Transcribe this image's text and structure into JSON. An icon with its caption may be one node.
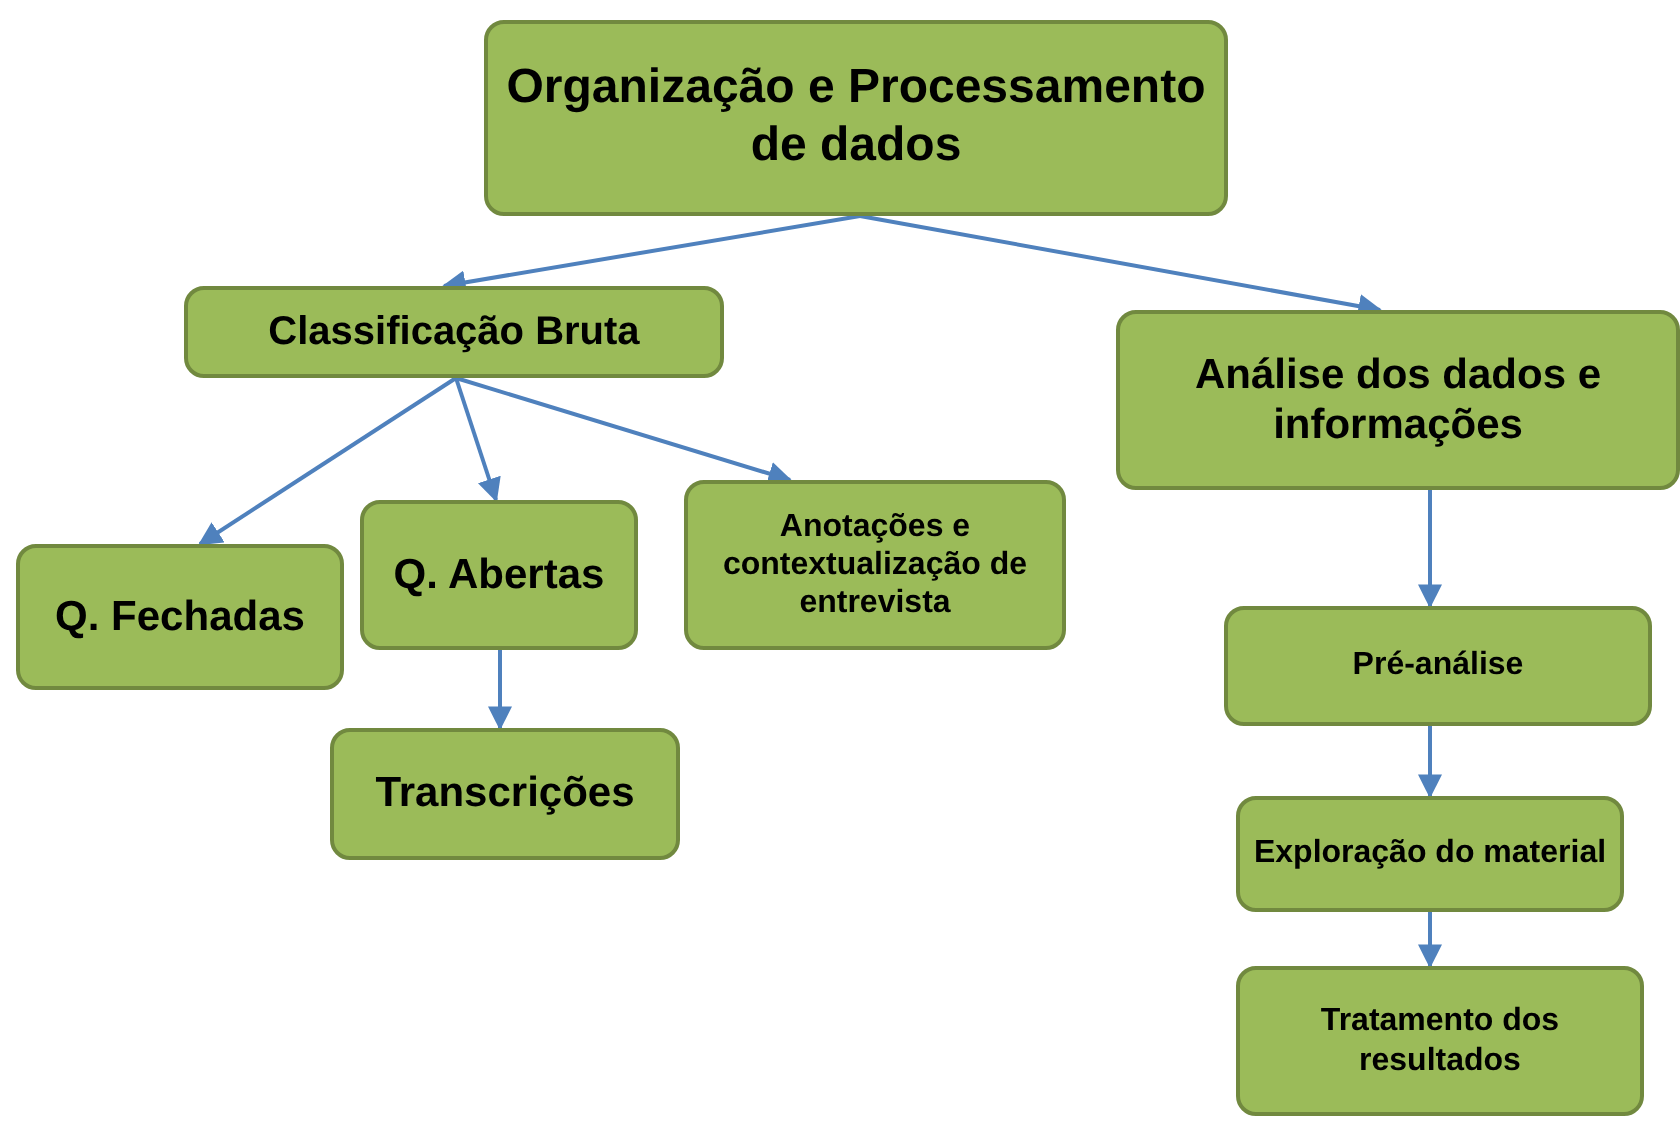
{
  "diagram": {
    "nodes": [
      {
        "text": [
          "Organização e Processamento de dados"
        ]
      },
      {
        "text": [
          "Classificação Bruta"
        ]
      },
      {
        "text": [
          "Análise dos dados e informações"
        ]
      },
      {
        "text": [
          "Q. Fechadas"
        ]
      },
      {
        "text": [
          "Q. Abertas"
        ]
      },
      {
        "text": [
          "Anotações e contextualização de entrevista"
        ]
      },
      {
        "text": [
          "Transcrições"
        ]
      },
      {
        "text": [
          "Pré-análise"
        ]
      },
      {
        "text": [
          "Exploração do material"
        ]
      },
      {
        "text": [
          "Tratamento dos resultados"
        ]
      }
    ],
    "edges": [
      {
        "from": 0,
        "to": 1,
        "arrow": "to"
      },
      {
        "from": 0,
        "to": 2,
        "arrow": "to"
      },
      {
        "from": 1,
        "to": 3,
        "arrow": "to"
      },
      {
        "from": 1,
        "to": 4,
        "arrow": "to"
      },
      {
        "from": 1,
        "to": 5,
        "arrow": "to"
      },
      {
        "from": 4,
        "to": 6,
        "arrow": "to"
      },
      {
        "from": 2,
        "to": 7,
        "arrow": "to"
      },
      {
        "from": 7,
        "to": 8,
        "arrow": "to"
      },
      {
        "from": 8,
        "to": 9,
        "arrow": "to"
      }
    ]
  }
}
